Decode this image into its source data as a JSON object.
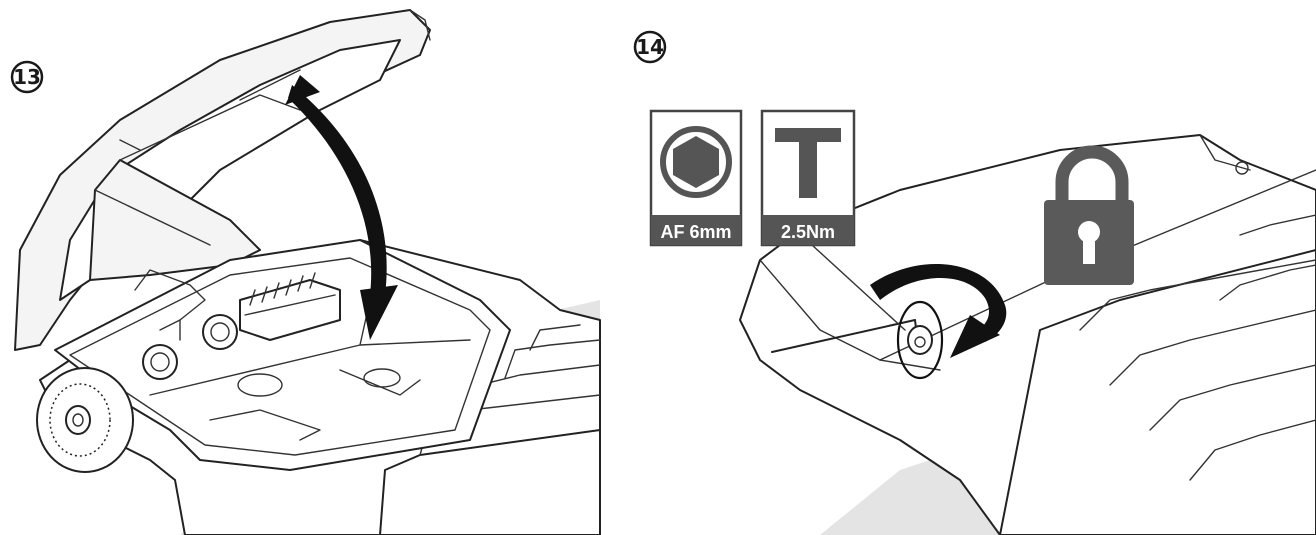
{
  "steps": [
    {
      "number": "13"
    },
    {
      "number": "14"
    }
  ],
  "tool_badges": [
    {
      "icon": "hex-socket-icon",
      "label": "AF 6mm"
    },
    {
      "icon": "torque-icon",
      "glyph": "T",
      "label": "2.5Nm"
    }
  ],
  "icons": {
    "lock": "padlock-icon",
    "close_arrow": "curved-arrow-down-icon",
    "tighten_arrow": "curved-arrow-clockwise-icon"
  },
  "colors": {
    "badge_header": "#555555",
    "lock": "#5a5a5a",
    "arrow": "#111111"
  }
}
